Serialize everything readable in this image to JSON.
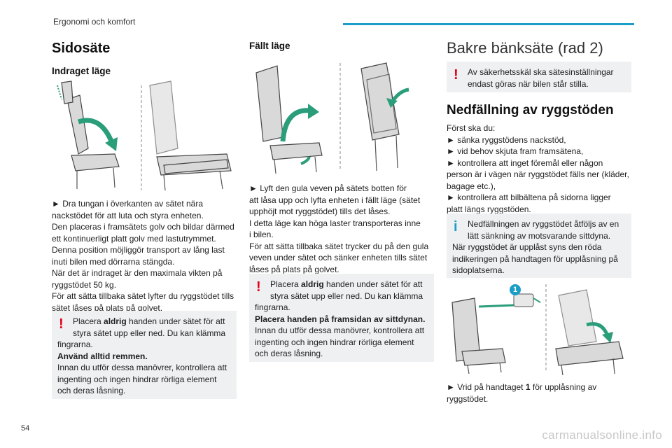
{
  "header": {
    "section": "Ergonomi och komfort"
  },
  "page_number": "54",
  "watermark": "carmanualsonline.info",
  "col1": {
    "title": "Sidosäte",
    "subtitle": "Indraget läge",
    "paragraph_lines": [
      "► Dra tungan i överkanten av sätet nära",
      "nackstödet för att luta och styra enheten.",
      "Den placeras i framsätets golv och bildar därmed",
      "ett kontinuerligt platt golv med lastutrymmet.",
      "Denna position möjliggör transport av lång last",
      "inuti bilen med dörrarna stängda.",
      "När det är indraget är den maximala vikten på",
      "ryggstödet 50 kg.",
      "För att sätta tillbaka sätet lyfter du ryggstödet tills",
      "sätet låses på plats på golvet."
    ],
    "warning": {
      "line1_pre": "Placera ",
      "line1_bold": "aldrig",
      "line1_post": " handen under sätet för att",
      "line2": "styra sätet upp eller ned. Du kan klämma",
      "line3": "fingrarna.",
      "line4_bold": "Använd alltid remmen.",
      "line5": "Innan du utför dessa manövrer, kontrollera att",
      "line6": "ingenting och ingen hindrar rörliga element",
      "line7": "och deras låsning."
    }
  },
  "col2": {
    "subtitle": "Fällt läge",
    "paragraph_lines": [
      "► Lyft den gula veven på sätets botten för",
      "att låsa upp och lyfta enheten i fällt läge (sätet",
      "upphöjt mot ryggstödet) tills det låses.",
      "I detta läge kan höga laster transporteras inne",
      "i bilen.",
      "För att sätta tillbaka sätet trycker du på den gula",
      "veven under sätet och sänker enheten tills sätet",
      "låses på plats på golvet."
    ],
    "warning": {
      "line1_pre": "Placera ",
      "line1_bold": "aldrig",
      "line1_post": " handen under sätet för att",
      "line2": "styra sätet upp eller ned. Du kan klämma",
      "line3": "fingrarna.",
      "line4_bold": "Placera handen på framsidan av sittdynan.",
      "line5": "Innan du utför dessa manövrer, kontrollera att",
      "line6": "ingenting och ingen hindrar rörliga element",
      "line7": "och deras låsning."
    }
  },
  "col3": {
    "title": "Bakre bänksäte (rad 2)",
    "warning": {
      "line1": "Av säkerhetsskäl ska sätesinställningar",
      "line2": "endast göras när bilen står stilla."
    },
    "fold_title": "Nedfällning av ryggstöden",
    "paragraph_lines": [
      "Först ska du:",
      "► sänka ryggstödens nackstöd,",
      "► vid behov skjuta fram framsätena,",
      "► kontrollera att inget föremål eller någon",
      "person är i vägen när ryggstödet fälls ner (kläder,",
      "bagage etc.),",
      "► kontrollera att bilbältena på sidorna ligger",
      "platt längs ryggstöden."
    ],
    "info": {
      "line1": "Nedfällningen av ryggstödet åtföljs av en",
      "line2": "lätt sänkning av motsvarande sittdyna.",
      "line3": "När ryggstödet är upplåst syns den röda",
      "line4": "indikeringen på handtagen för upplåsning på",
      "line5": "sidoplatserna."
    },
    "callout_number": "1",
    "instruction_pre": "► Vrid på handtaget ",
    "instruction_bold": "1",
    "instruction_post": " för upplåsning av",
    "instruction_line2": "ryggstödet."
  },
  "colors": {
    "accent": "#1a9dc6",
    "warning": "#e2001a",
    "box_bg": "#eef0f2",
    "arrow_green": "#2a9d7a"
  }
}
